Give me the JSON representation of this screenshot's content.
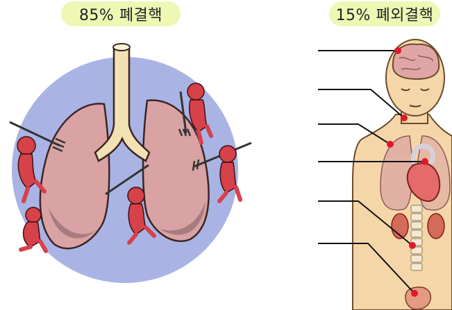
{
  "left_label": "85% 폐결핵",
  "right_label": "15% 폐외결핵",
  "colors": {
    "badge_bg": "#eef7b4",
    "circle": "#a9b4e4",
    "lung": "#d9a3a3",
    "lung_dark": "#a77c80",
    "trachea": "#f2e1b2",
    "devil": "#d6414a",
    "skin": "#f5d6a8",
    "marker": "#e0182a"
  },
  "icons": {
    "left_figure": "lungs-with-devils-illustration",
    "right_figure": "human-body-organs-illustration"
  }
}
